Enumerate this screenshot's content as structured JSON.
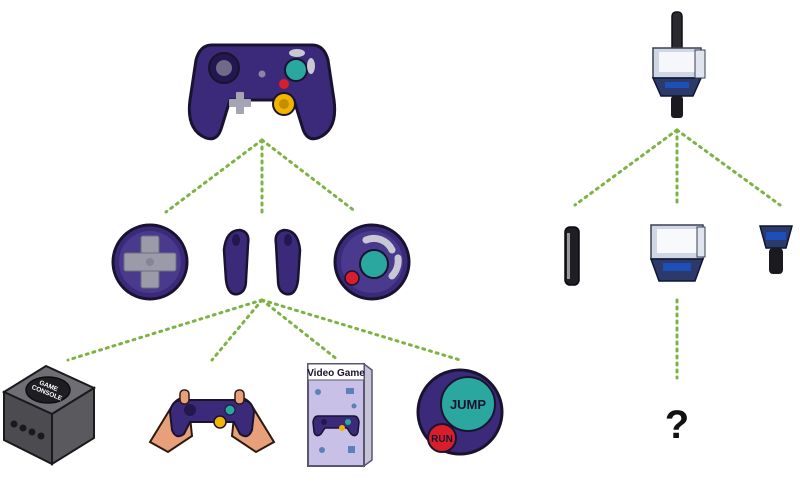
{
  "colors": {
    "connector": "#7cb342",
    "controller_body": "#3b2a7a",
    "controller_dark": "#22174f",
    "outline": "#1a1330",
    "button_yellow": "#f2b400",
    "button_teal": "#2aa8a0",
    "button_red": "#d81e2a",
    "dpad_grey": "#9a9aa8",
    "skin": "#e8a07a",
    "console_grey": "#5a5a5e",
    "glass_blue": "#1d4fb8"
  },
  "left_tree": {
    "root": {
      "icon": "gamecube-controller-icon"
    },
    "parts": [
      {
        "icon": "dpad-disc-icon"
      },
      {
        "icon": "controller-grips-icon"
      },
      {
        "icon": "button-cluster-disc-icon"
      }
    ],
    "contexts": [
      {
        "icon": "game-console-icon",
        "label": "GAME CONSOLE"
      },
      {
        "icon": "hands-holding-controller-icon"
      },
      {
        "icon": "video-game-box-icon",
        "label": "Video Game"
      },
      {
        "icon": "jump-run-buttons-icon",
        "labels": [
          "JUMP",
          "RUN"
        ]
      }
    ]
  },
  "right_tree": {
    "root": {
      "icon": "juicer-appliance-icon"
    },
    "parts": [
      {
        "icon": "juicer-handle-part-icon"
      },
      {
        "icon": "juicer-chamber-part-icon"
      },
      {
        "icon": "juicer-base-part-icon"
      }
    ],
    "unknown": {
      "label": "?"
    }
  }
}
